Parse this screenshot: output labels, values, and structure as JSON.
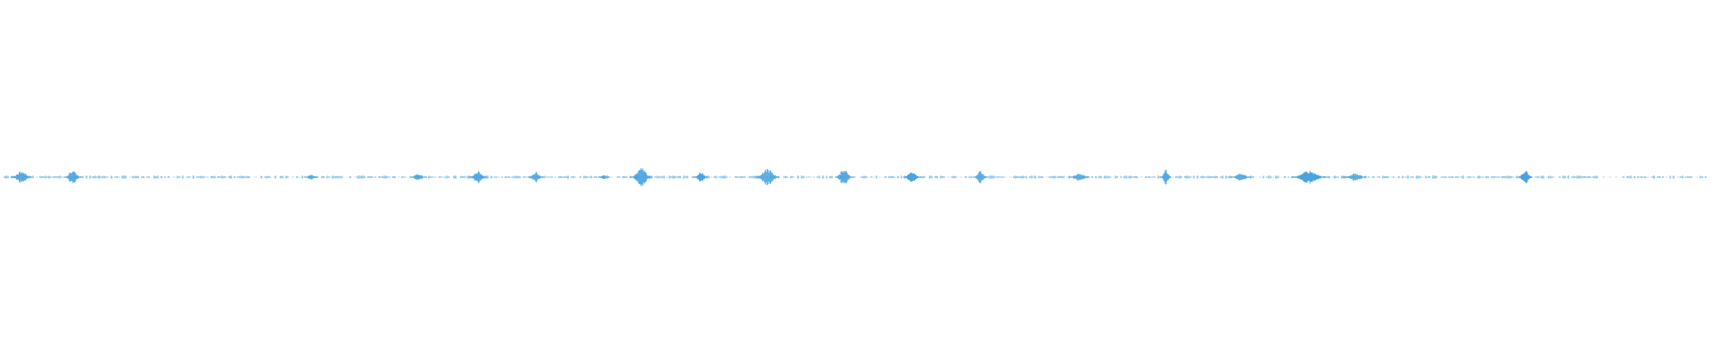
{
  "waveform": {
    "color": "#4aa3df",
    "bursts": [
      {
        "x": 0.01,
        "amp": 0.1,
        "w": 0.012
      },
      {
        "x": 0.04,
        "amp": 0.11,
        "w": 0.01
      },
      {
        "x": 0.18,
        "amp": 0.04,
        "w": 0.008
      },
      {
        "x": 0.243,
        "amp": 0.05,
        "w": 0.01
      },
      {
        "x": 0.278,
        "amp": 0.1,
        "w": 0.01
      },
      {
        "x": 0.312,
        "amp": 0.09,
        "w": 0.008
      },
      {
        "x": 0.352,
        "amp": 0.04,
        "w": 0.006
      },
      {
        "x": 0.374,
        "amp": 0.15,
        "w": 0.012
      },
      {
        "x": 0.409,
        "amp": 0.08,
        "w": 0.008
      },
      {
        "x": 0.448,
        "amp": 0.14,
        "w": 0.014
      },
      {
        "x": 0.493,
        "amp": 0.14,
        "w": 0.01
      },
      {
        "x": 0.533,
        "amp": 0.1,
        "w": 0.01
      },
      {
        "x": 0.573,
        "amp": 0.1,
        "w": 0.008
      },
      {
        "x": 0.631,
        "amp": 0.06,
        "w": 0.012
      },
      {
        "x": 0.682,
        "amp": 0.13,
        "w": 0.006
      },
      {
        "x": 0.726,
        "amp": 0.06,
        "w": 0.012
      },
      {
        "x": 0.766,
        "amp": 0.11,
        "w": 0.02
      },
      {
        "x": 0.793,
        "amp": 0.06,
        "w": 0.014
      },
      {
        "x": 0.893,
        "amp": 0.12,
        "w": 0.008
      }
    ],
    "gaps": [
      [
        0.145,
        0.15
      ],
      [
        0.587,
        0.592
      ],
      [
        0.94,
        0.948
      ]
    ]
  }
}
